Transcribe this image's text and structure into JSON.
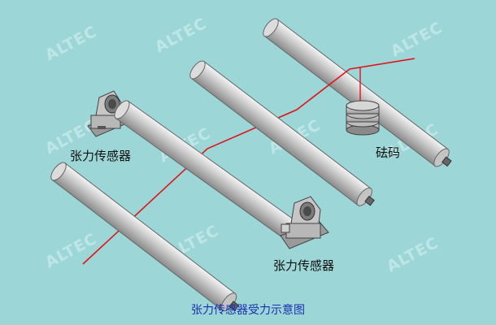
{
  "watermark": "ALTEC",
  "labels": {
    "sensor_left": "张力传感器",
    "sensor_right": "张力传感器",
    "weight": "砝码"
  },
  "caption": "张力传感器受力示意图",
  "colors": {
    "background": "#9cd6d6",
    "roller": "#c8c8c8",
    "tension_line": "#e0141c",
    "caption": "#1a2fb0"
  }
}
